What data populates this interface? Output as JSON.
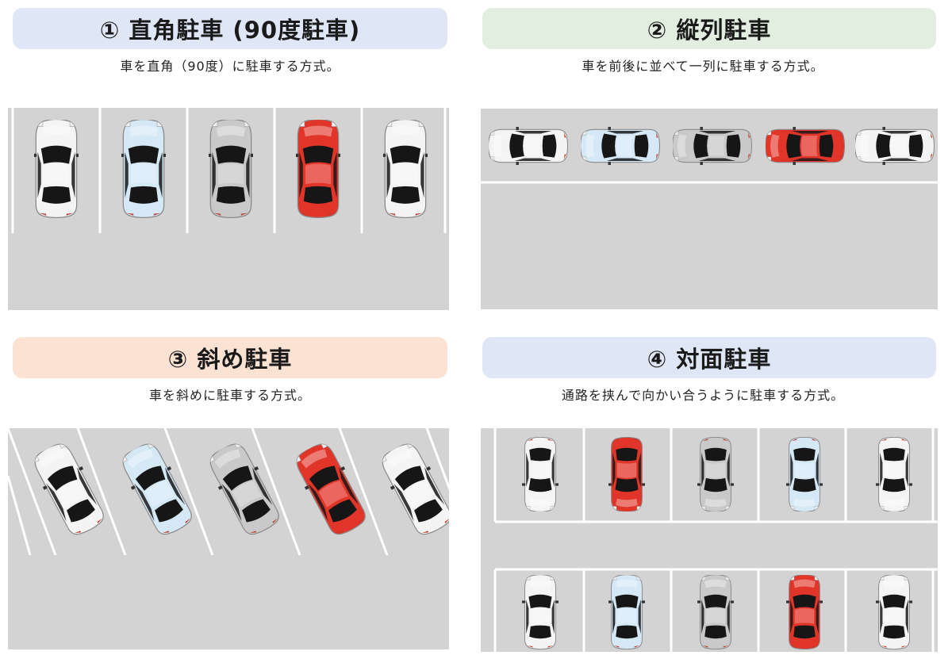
{
  "colors": {
    "car_white": "#f4f4f4",
    "car_blue": "#d4e8f6",
    "car_silver": "#c9c9c9",
    "car_red": "#e2352a",
    "asphalt": "#d3d3d3",
    "window": "#161616",
    "line": "#ffffff"
  },
  "panels": [
    {
      "title": "① 直角駐車 (90度駐車)",
      "description": "車を直角（90度）に駐車する方式。",
      "title_bg": "#dfe6f5",
      "cars": [
        "car_white",
        "car_blue",
        "car_silver",
        "car_red",
        "car_white"
      ]
    },
    {
      "title": "② 縦列駐車",
      "description": "車を前後に並べて一列に駐車する方式。",
      "title_bg": "#e2efe0",
      "cars": [
        "car_white",
        "car_blue",
        "car_silver",
        "car_red",
        "car_white"
      ]
    },
    {
      "title": "③ 斜め駐車",
      "description": "車を斜めに駐車する方式。",
      "title_bg": "#fbe2d3",
      "cars": [
        "car_white",
        "car_blue",
        "car_silver",
        "car_red",
        "car_white"
      ]
    },
    {
      "title": "④ 対面駐車",
      "description": "通路を挟んで向かい合うように駐車する方式。",
      "title_bg": "#dfe6f5",
      "cars_top": [
        "car_white",
        "car_red",
        "car_silver",
        "car_blue",
        "car_white"
      ],
      "cars_bottom": [
        "car_white",
        "car_blue",
        "car_silver",
        "car_red",
        "car_white"
      ]
    }
  ]
}
